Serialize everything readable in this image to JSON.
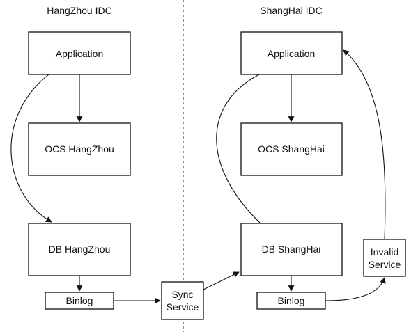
{
  "regions": {
    "left_title": "HangZhou IDC",
    "right_title": "ShangHai IDC"
  },
  "nodes": {
    "hz_app": "Application",
    "hz_ocs": "OCS HangZhou",
    "hz_db": "DB HangZhou",
    "hz_binlog": "Binlog",
    "sync_line1": "Sync",
    "sync_line2": "Service",
    "sh_app": "Application",
    "sh_ocs": "OCS ShangHai",
    "sh_db": "DB ShangHai",
    "sh_binlog": "Binlog",
    "invalid_line1": "Invalid",
    "invalid_line2": "Service"
  },
  "colors": {
    "stroke": "#111111",
    "background": "#ffffff",
    "divider": "#555555"
  }
}
